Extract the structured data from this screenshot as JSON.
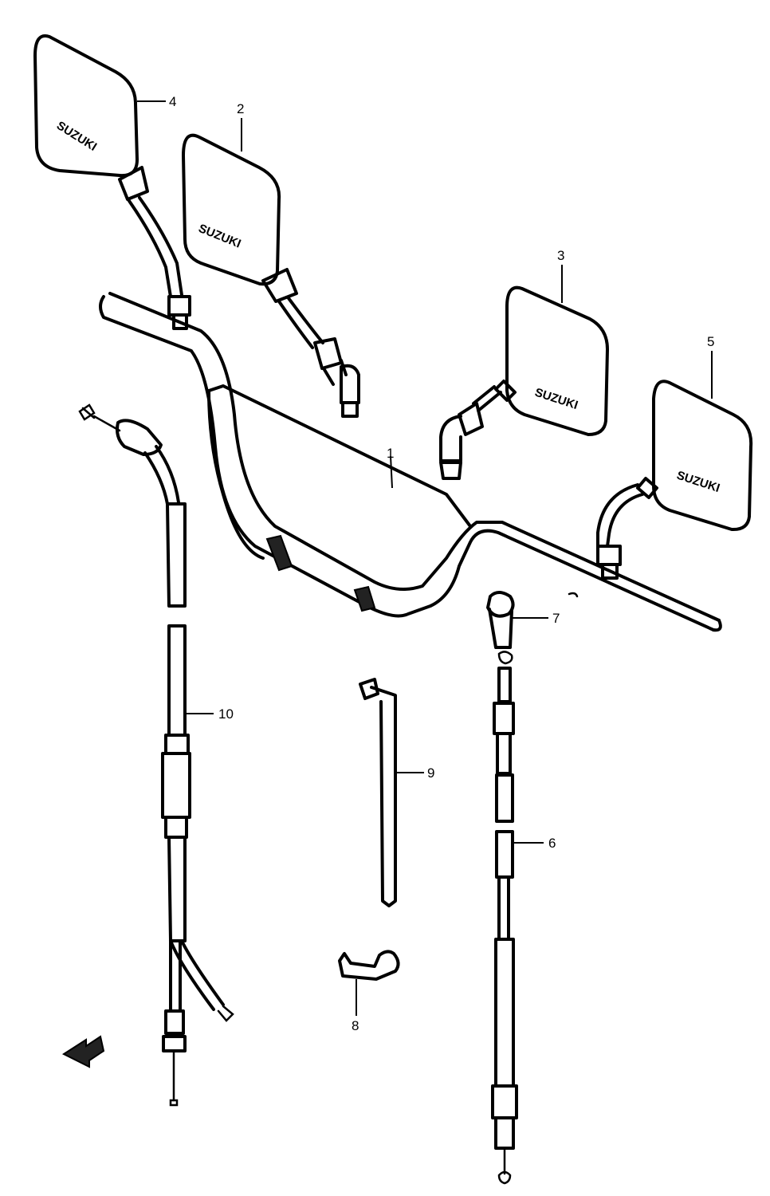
{
  "diagram": {
    "callouts": [
      "1",
      "2",
      "3",
      "4",
      "5",
      "6",
      "7",
      "8",
      "9",
      "10"
    ],
    "mirror_logo": "SUZUKI",
    "colors": {
      "line": "#000000",
      "background": "#ffffff"
    },
    "icons": [
      "direction-arrow-icon"
    ]
  }
}
